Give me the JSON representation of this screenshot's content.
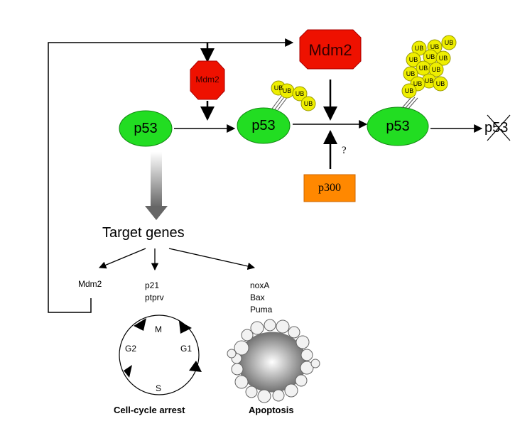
{
  "nodes": {
    "p53_a": "p53",
    "p53_b": "p53",
    "p53_c": "p53",
    "p53_degraded": "p53",
    "mdm2_small": "Mdm2",
    "mdm2_large": "Mdm2",
    "p300": "p300",
    "question": "?",
    "ub": "UB"
  },
  "target": {
    "title": "Target genes",
    "mdm2": "Mdm2",
    "group2": [
      "p21",
      "ptprv"
    ],
    "group3": [
      "noxA",
      "Bax",
      "Puma"
    ]
  },
  "cycle": {
    "phases": {
      "m": "M",
      "g1": "G1",
      "s": "S",
      "g2": "G2"
    }
  },
  "outcomes": {
    "arrest": "Cell-cycle arrest",
    "apoptosis": "Apoptosis"
  },
  "colors": {
    "p53_fill": "#22dd22",
    "mdm2_fill": "#ee1100",
    "ub_fill": "#eeee00",
    "p300_fill": "#ff8800",
    "arrow_gray": "#777777"
  },
  "icons": {
    "degrade_mark": "cross-icon",
    "cell_cycle": "cycle-icon",
    "apoptosis": "apoptotic-cell-icon"
  }
}
